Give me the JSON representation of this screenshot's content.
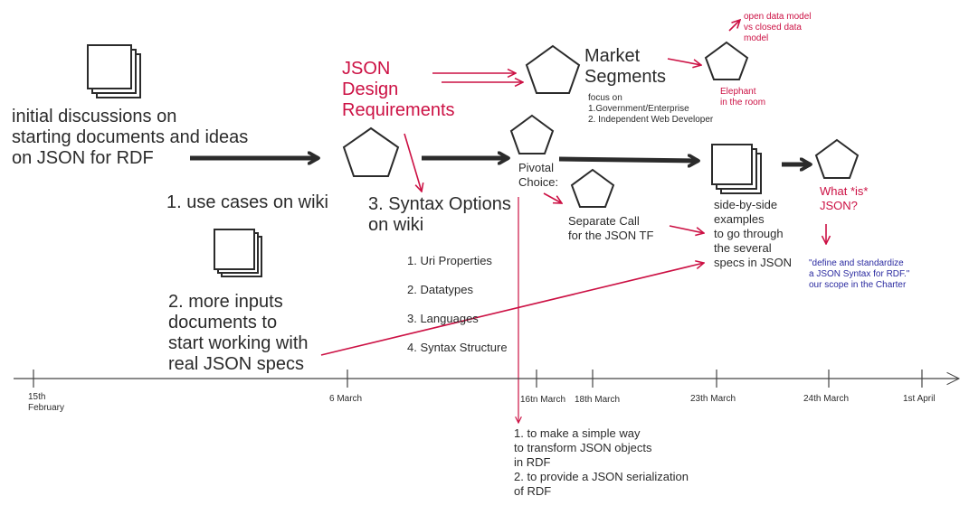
{
  "colors": {
    "ink": "#2b2b2b",
    "accent_red": "#cc1144",
    "note_blue": "#2a2aa0",
    "background": "#ffffff"
  },
  "nodes": {
    "initial": {
      "icon": "documents-stack-icon",
      "text": "initial discussions on\nstarting documents and ideas\non JSON for RDF"
    },
    "use_cases": {
      "text": "1. use cases on wiki"
    },
    "more_inputs": {
      "icon": "documents-stack-icon",
      "text": "2. more inputs\ndocuments to\nstart working with\nreal JSON specs"
    },
    "design_requirements": {
      "icon": "pentagon-icon",
      "text": "JSON\nDesign\nRequirements"
    },
    "syntax_options": {
      "text": "3. Syntax Options\non wiki",
      "items": [
        "1. Uri Properties",
        "2. Datatypes",
        "3. Languages",
        "4. Syntax Structure"
      ]
    },
    "market_segments": {
      "icon": "pentagon-icon",
      "title": "Market\nSegments",
      "focus": "focus on\n1.Government/Enterprise\n2. Independent Web Developer"
    },
    "elephant": {
      "icon": "pentagon-icon",
      "text": "Elephant\nin the room",
      "note": "open data model\nvs closed data\nmodel"
    },
    "pivotal_choice": {
      "icon": "pentagon-icon",
      "text": "Pivotal\nChoice:"
    },
    "separate_call": {
      "icon": "pentagon-icon",
      "text": "Separate Call\nfor the JSON TF"
    },
    "side_by_side": {
      "icon": "documents-stack-icon",
      "text": "side-by-side\nexamples\nto go through\nthe several\nspecs in JSON"
    },
    "what_is_json": {
      "icon": "pentagon-icon",
      "text": "What *is*\nJSON?",
      "scope": "\"define and standardize\na JSON Syntax for RDF.\"\nour scope in the Charter"
    },
    "goals": {
      "text": "1. to make a simple way\nto transform JSON objects\nin RDF\n2. to provide a JSON serialization\nof RDF"
    }
  },
  "timeline": {
    "ticks": [
      {
        "label": "15th\nFebruary"
      },
      {
        "label": "6 March"
      },
      {
        "label": "16tn March"
      },
      {
        "label": "18th March"
      },
      {
        "label": "23th March"
      },
      {
        "label": "24th March"
      },
      {
        "label": "1st April"
      }
    ]
  }
}
